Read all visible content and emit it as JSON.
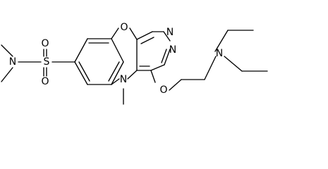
{
  "diagram": {
    "atoms": {
      "o_ring": "O",
      "n_pyridazine_1": "N",
      "n_pyridazine_2": "N",
      "o_ether": "O",
      "n_amine": "N",
      "n_ring": "N",
      "s_sulfonyl": "S",
      "o_sulfonyl_top": "O",
      "o_sulfonyl_bottom": "O",
      "n_sulfonamide": "N"
    }
  }
}
